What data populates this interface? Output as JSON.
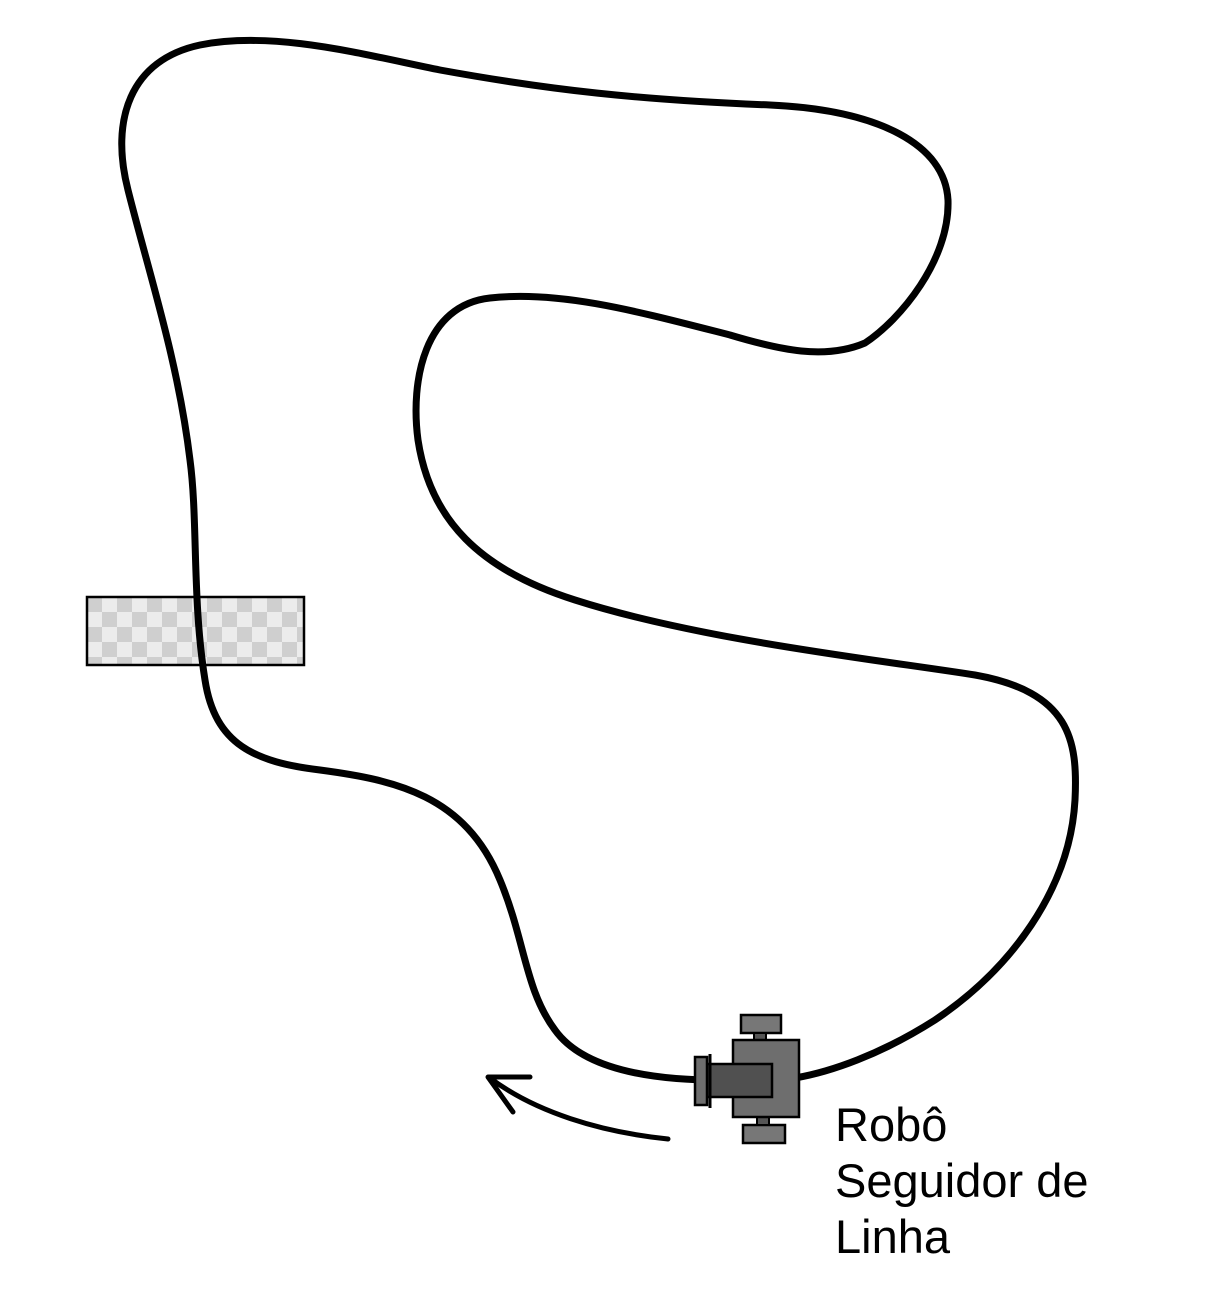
{
  "diagram": {
    "label_lines": [
      "Robô",
      "Seguidor de",
      "Linha"
    ],
    "colors": {
      "background": "#ffffff",
      "track": "#000000",
      "robot_body": "#6e6e6e",
      "robot_wheel": "#777777",
      "robot_front": "#555555",
      "checker_light": "#ececec",
      "checker_dark": "#cfcfcf"
    },
    "icons": [
      "track-line",
      "finish-line-checkered",
      "line-follower-robot",
      "direction-arrow"
    ]
  }
}
